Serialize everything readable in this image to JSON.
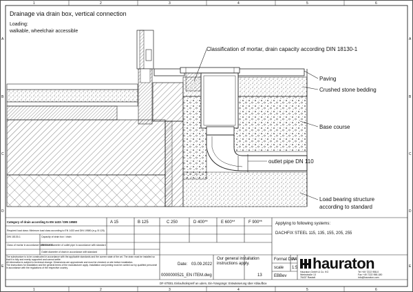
{
  "header": {
    "title": "Drainage via drain box, vertical connection",
    "loading_label": "Loading:",
    "loading_value": "walkable, wheelchair accessible"
  },
  "frame": {
    "columns": [
      "1",
      "2",
      "3",
      "4",
      "5",
      "6"
    ],
    "rows": [
      "A",
      "B",
      "C",
      "D",
      "E"
    ]
  },
  "callouts": {
    "classification": "Classification of mortar, drain capacity according DIN 18130-1",
    "paving": "Paving",
    "crushed_stone": "Crushed stone bedding",
    "base_course": "Base course",
    "outlet_pipe": "outlet pipe DN 110",
    "load_bearing_1": "Load bearing structure",
    "load_bearing_2": "according to standard"
  },
  "classes_table": {
    "row1_label": "Category of drain according to EN 1433 / DIN 19580",
    "row2_label": "Required load class: Minimum load class according to EN 1433 and DIN 19580 (e.g. B 125)",
    "classes": [
      "A 15",
      "B 125",
      "C 250",
      "D 400**",
      "E 600**",
      "F 900**"
    ],
    "small_rows": [
      [
        "DIN 18130-1",
        "Capacity of drain box / drain"
      ],
      [
        "Class of mortar in accordance with EN 998",
        "Effective diameter of outlet pipe in accordance with standard"
      ],
      [
        "",
        "Outlet diameter of drain in accordance with standard"
      ]
    ]
  },
  "applies": {
    "label": "Applying to following systems:",
    "systems": "DACHFIX STEEL 115, 135, 155, 205, 255"
  },
  "notes": {
    "para1": "The substructure is to be constructed in accordance with the applicable standards and the current state of the art. The drain must be installed so that it is fully and evenly supported and cannot settle.",
    "para2": "All information is subject to technical change. Dimensions are approximate and must be checked on site before installation.",
    "para3": "The instructions for installation and the general terms of the manufacturer apply. Installation and jointing must be carried out by qualified personnel in accordance with the regulations of the respective country."
  },
  "titleblock": {
    "date_label": "Date:",
    "date_value": "03.09.2022",
    "general_label_1": "Our general installation",
    "general_label_2": "instructions apply.",
    "drawing_no": "0000000521_EN ITEM.dwg",
    "sheet": "13",
    "revision": "EBBev",
    "format_label": "Format DIN",
    "format_value": "A4",
    "scale_label": "scale",
    "scale_value": "1:5",
    "description": "DF-STEEL Einlaufsolisprelf an udem, Ein-/Vangüngs: Entwässerung über Ablaufbox",
    "company_lines": [
      "Hauraton GmbH & Co. KG",
      "Werkstraße 13",
      "76437 Rastatt"
    ],
    "contact_lines": [
      "Tel +49 7222 958-0",
      "Fax +49 7222 958-180",
      "info@hauraton.com"
    ],
    "logo": "hauraton"
  }
}
